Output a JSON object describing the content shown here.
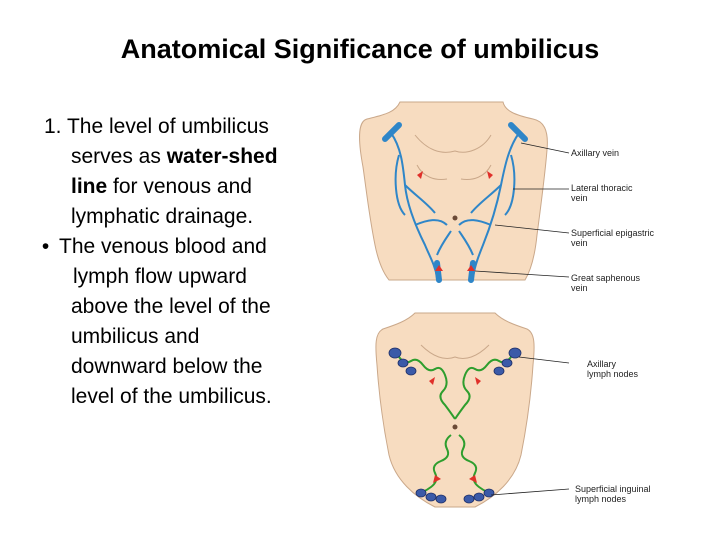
{
  "slide": {
    "title": "Anatomical Significance of umbilicus",
    "point1": {
      "number": "1.",
      "text_a": "The level of umbilicus",
      "text_b": "serves as ",
      "emph_1": "water-shed",
      "emph_2": "line",
      "text_c": " for venous and",
      "text_d": "lymphatic drainage."
    },
    "point2": {
      "bullet": "•",
      "lines": [
        "The venous blood and",
        "lymph flow upward",
        "above the level of the",
        "umbilicus and",
        "downward below the",
        "level of the umbilicus."
      ]
    }
  },
  "figure": {
    "venous_labels": [
      "Axillary vein",
      "Lateral thoracic",
      "vein",
      "Superficial epigastric",
      "vein",
      "Great saphenous",
      "vein"
    ],
    "lymph_labels": [
      "Axillary",
      "lymph nodes",
      "Superficial inguinal",
      "lymph nodes"
    ],
    "colors": {
      "skin": "#f7dcc0",
      "vein": "#2f86c8",
      "lymph": "#2e9e2e",
      "node": "#3b5aa8",
      "arrow": "#e0302a"
    }
  }
}
